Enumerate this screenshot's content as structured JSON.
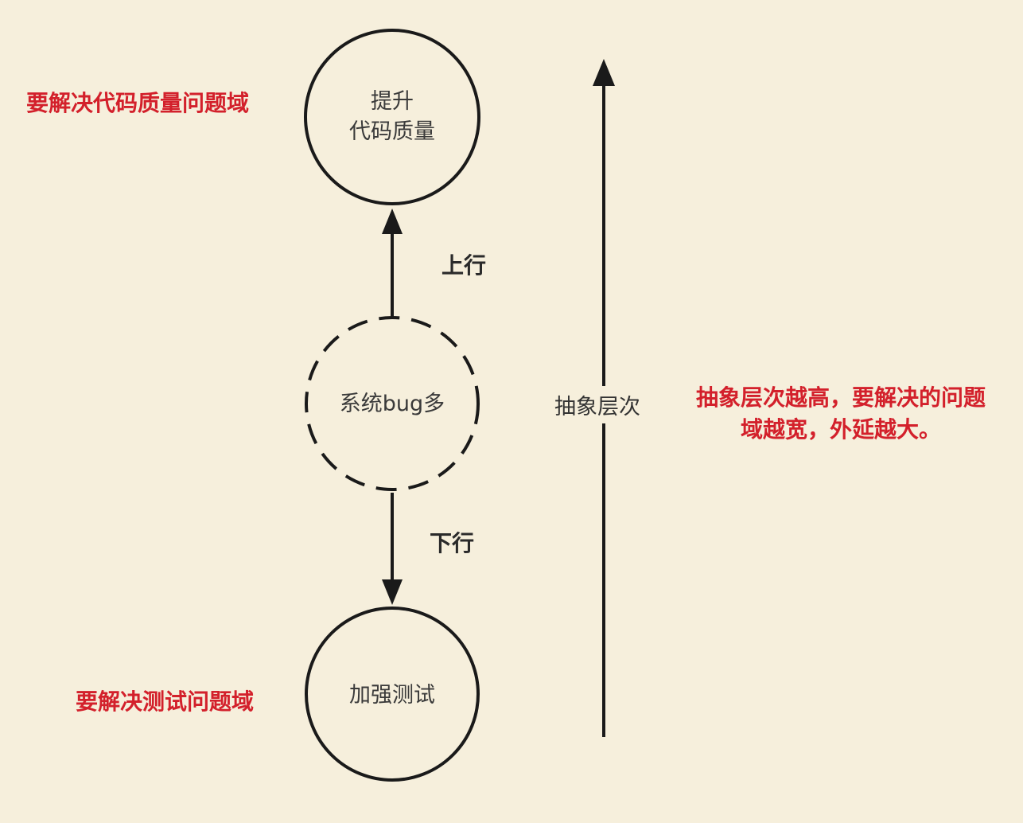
{
  "nodes": {
    "top": {
      "line1": "提升",
      "line2": "代码质量"
    },
    "middle": {
      "label": "系统bug多"
    },
    "bottom": {
      "label": "加强测试"
    }
  },
  "edges": {
    "up_label": "上行",
    "down_label": "下行"
  },
  "axis": {
    "label": "抽象层次"
  },
  "notes": {
    "top_left": "要解决代码质量问题域",
    "bottom_left": "要解决测试问题域",
    "right_line1": "抽象层次越高，要解决的问题",
    "right_line2": "域越宽，外延越大。"
  },
  "colors": {
    "background": "#f6efdc",
    "note": "#d3202b",
    "stroke": "#1a1a1a"
  }
}
